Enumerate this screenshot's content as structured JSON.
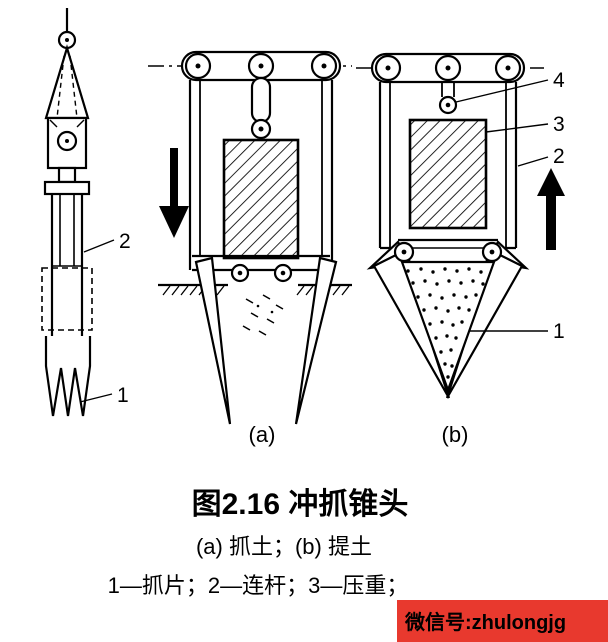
{
  "figure": {
    "caption": "图2.16 冲抓锥头",
    "subcaption": "(a) 抓土；(b) 提土",
    "legend": "1—抓片；2—连杆；3—压重；",
    "left_labels": {
      "part2": "2",
      "part1": "1"
    },
    "sub_a": "(a)",
    "sub_b": "(b)",
    "b_labels": {
      "part4": "4",
      "part3": "3",
      "part2": "2",
      "part1": "1"
    }
  },
  "watermark": {
    "text": "微信号:zhulongjg",
    "bg": "#e8392e",
    "fg": "#ffffff"
  },
  "colors": {
    "ink": "#000000",
    "background": "#ffffff"
  }
}
